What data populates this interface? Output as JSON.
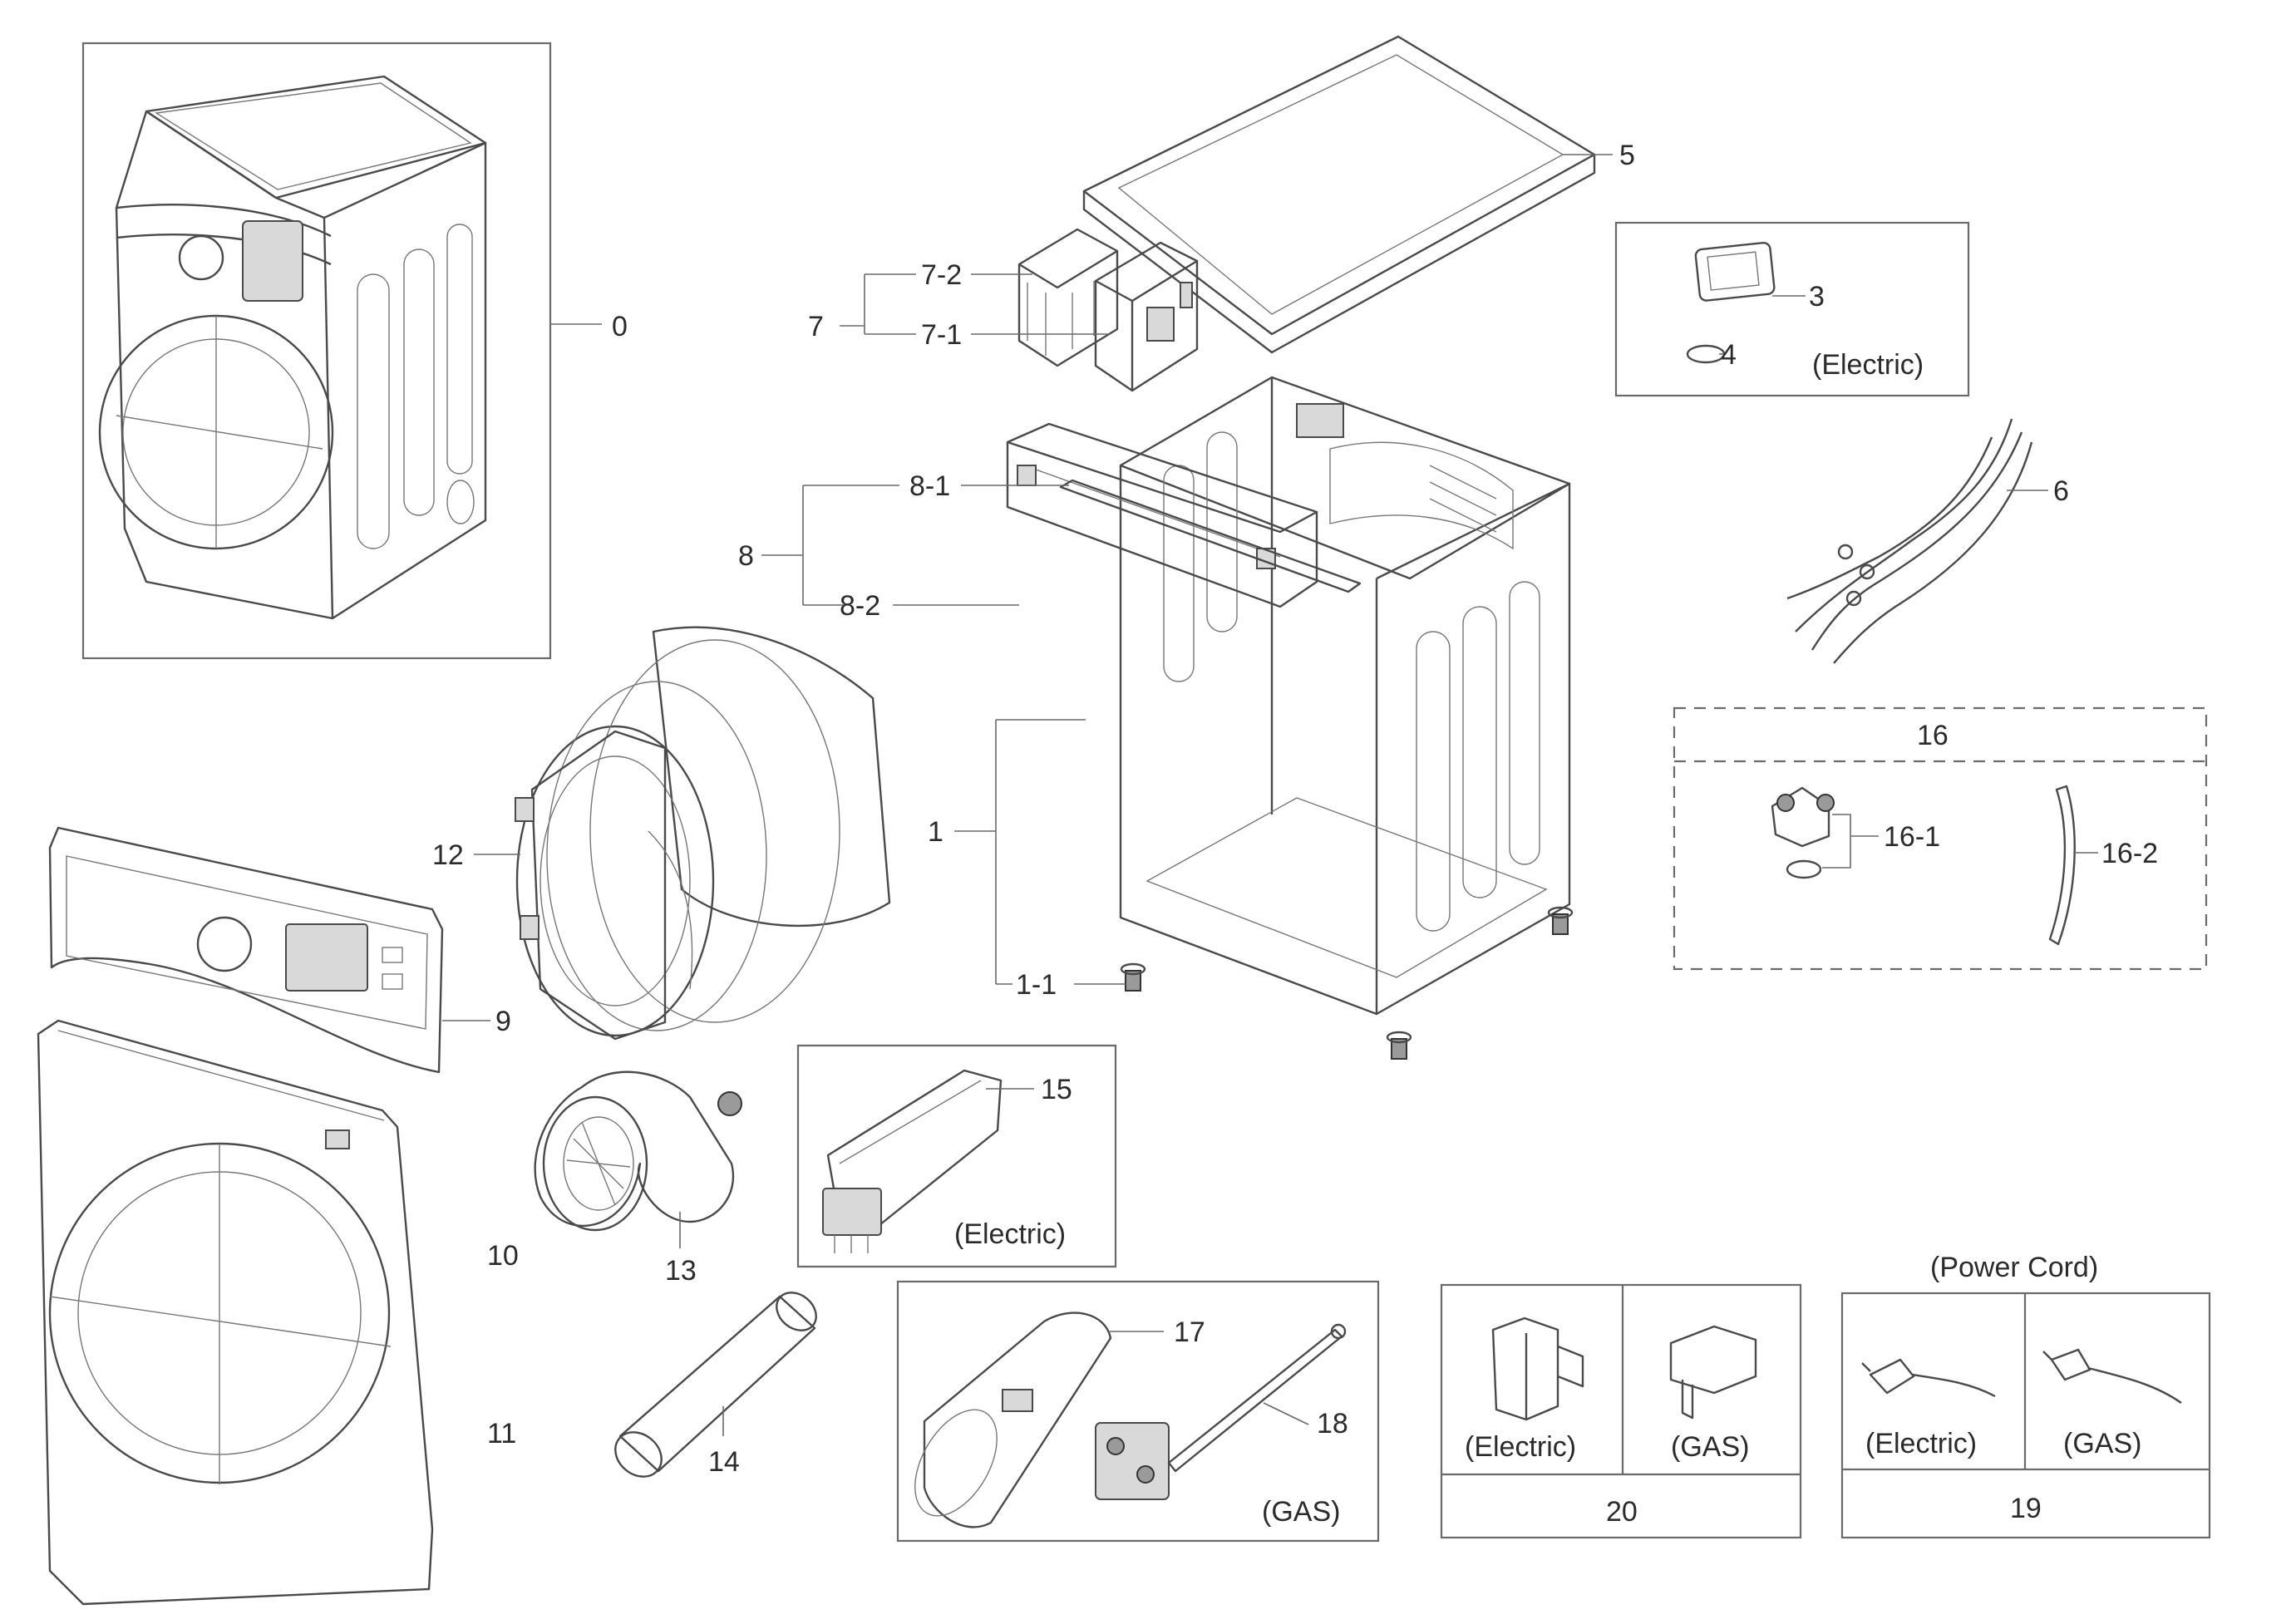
{
  "labels": {
    "l0": "0",
    "l1": "1",
    "l1_1": "1-1",
    "l3": "3",
    "l4": "4",
    "l5": "5",
    "l6": "6",
    "l7": "7",
    "l7_1": "7-1",
    "l7_2": "7-2",
    "l8": "8",
    "l8_1": "8-1",
    "l8_2": "8-2",
    "l9": "9",
    "l10": "10",
    "l11": "11",
    "l12": "12",
    "l13": "13",
    "l14": "14",
    "l15": "15",
    "l16": "16",
    "l16_1": "16-1",
    "l16_2": "16-2",
    "l17": "17",
    "l18": "18",
    "l19": "19",
    "l20": "20"
  },
  "notes": {
    "electric_3": "(Electric)",
    "electric_15": "(Electric)",
    "gas_17": "(GAS)",
    "electric_20": "(Electric)",
    "gas_20": "(GAS)",
    "power_cord": "(Power Cord)",
    "electric_19": "(Electric)",
    "gas_19": "(GAS)"
  }
}
